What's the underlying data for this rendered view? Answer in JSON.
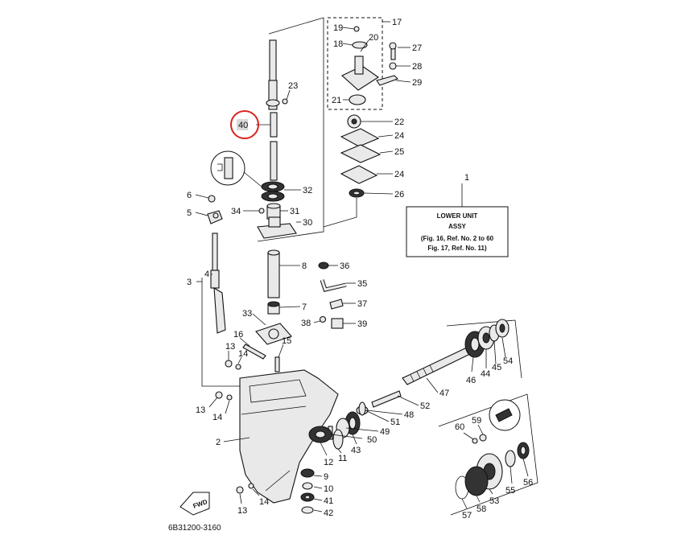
{
  "note_box": {
    "line1": "LOWER UNIT",
    "line2": "ASSY",
    "line3": "(Fig. 16, Ref. No. 2 to 60",
    "line4": "Fig. 17, Ref. No. 11)"
  },
  "fwd_label": "FWD",
  "drawing_code": "6B31200-3160",
  "highlight_color": "#d9231f",
  "highlighted_part": "40",
  "parts": {
    "p1": "1",
    "p2": "2",
    "p3": "3",
    "p4": "4",
    "p5": "5",
    "p6": "6",
    "p7": "7",
    "p8": "8",
    "p9": "9",
    "p10": "10",
    "p11": "11",
    "p12": "12",
    "p13a": "13",
    "p13b": "13",
    "p13c": "13",
    "p14a": "14",
    "p14b": "14",
    "p14c": "14",
    "p15": "15",
    "p16": "16",
    "p17": "17",
    "p18": "18",
    "p19": "19",
    "p20": "20",
    "p21": "21",
    "p22": "22",
    "p23": "23",
    "p24a": "24",
    "p24b": "24",
    "p25": "25",
    "p26": "26",
    "p27": "27",
    "p28": "28",
    "p29": "29",
    "p30": "30",
    "p31": "31",
    "p32": "32",
    "p33": "33",
    "p34": "34",
    "p35": "35",
    "p36": "36",
    "p37": "37",
    "p38": "38",
    "p39": "39",
    "p40": "40",
    "p41": "41",
    "p42": "42",
    "p43": "43",
    "p44": "44",
    "p45": "45",
    "p46": "46",
    "p47": "47",
    "p48": "48",
    "p49": "49",
    "p50": "50",
    "p51": "51",
    "p52": "52",
    "p53": "53",
    "p54": "54",
    "p55": "55",
    "p56": "56",
    "p57": "57",
    "p58": "58",
    "p59": "59",
    "p60": "60"
  }
}
